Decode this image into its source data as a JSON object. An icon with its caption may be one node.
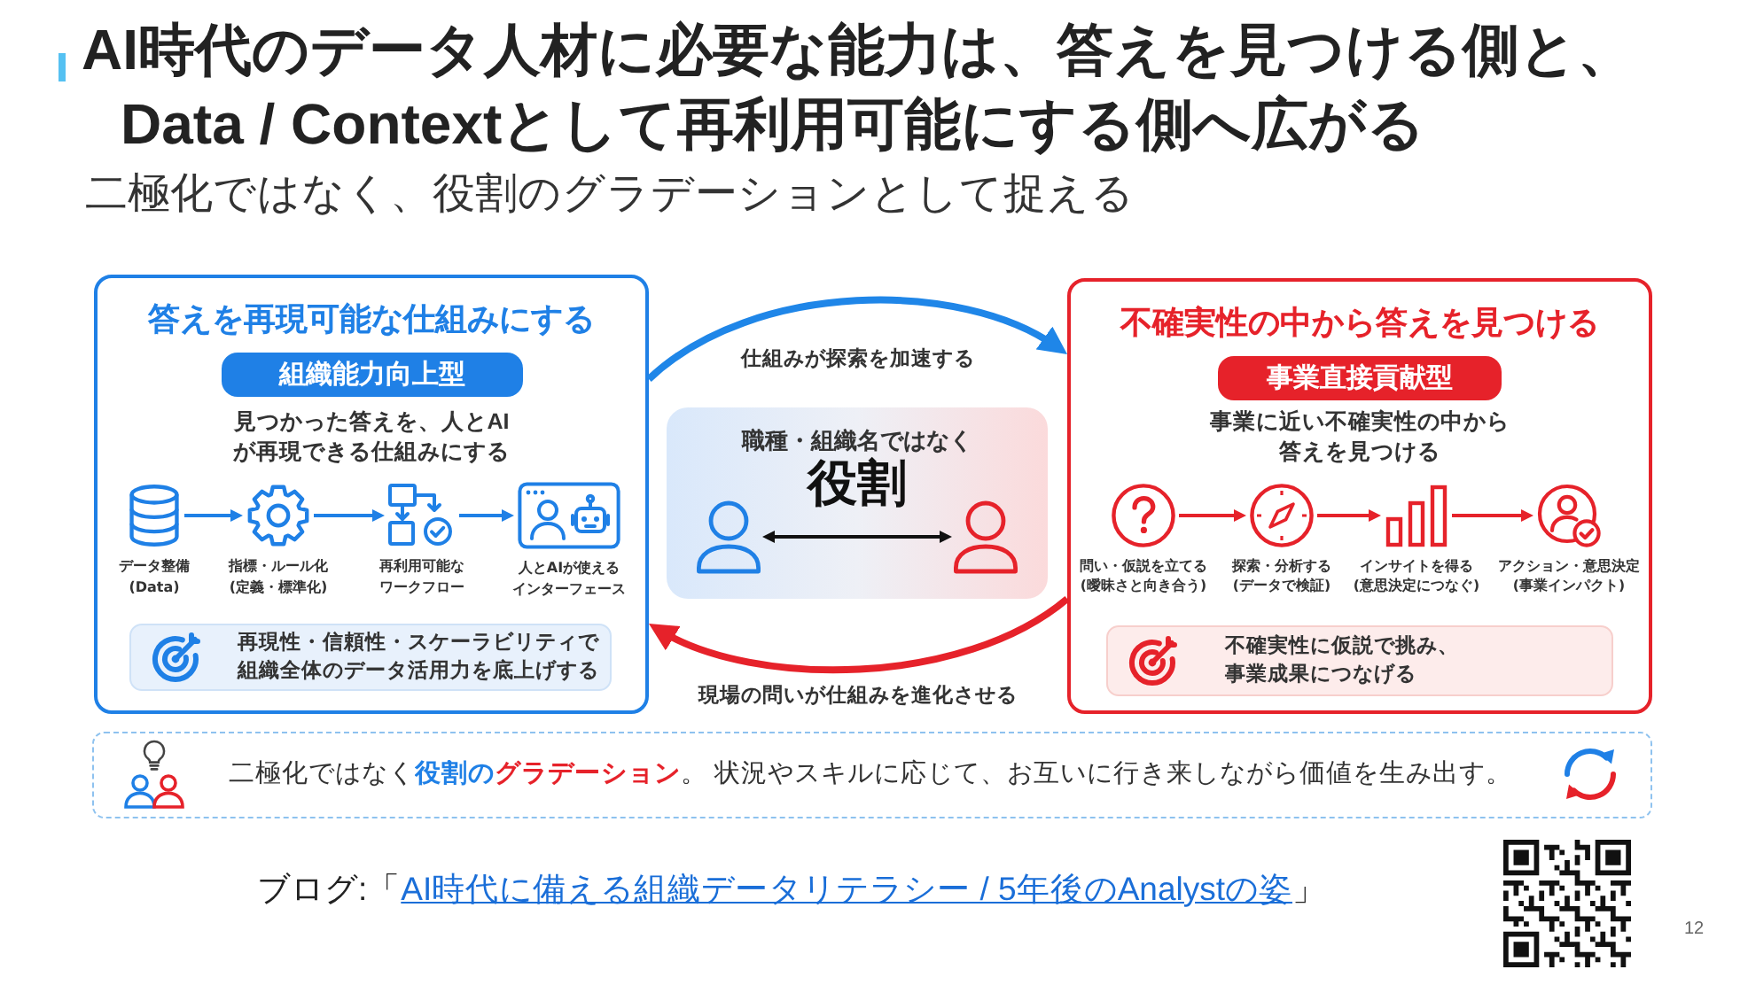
{
  "diagram": {
    "title": "AI時代のデータ人材に必要な能力は、答えを見つける側と、Data / Contextとして再利用可能にする側へ広がる",
    "nodes": [
      {
        "text": [
          "答えを再現可能な仕組みにする",
          "見つかった答えを、人とAIが再現できる仕組みにする"
        ]
      },
      {
        "text": [
          "組織能力向上型"
        ],
        "in": 0
      },
      {
        "text": [
          "データ整備",
          "(Data)"
        ],
        "in": 0
      },
      {
        "text": [
          "指標・ルール化",
          "(定義・標準化)"
        ],
        "in": 0
      },
      {
        "text": [
          "再利用可能なワークフロー"
        ],
        "in": 0
      },
      {
        "text": [
          "人とAIが使えるインターフェース"
        ],
        "in": 0
      },
      {
        "text": [
          "再現性・信頼性・スケーラビリティで組織全体のデータ活用力を底上げする"
        ],
        "in": 0
      },
      {
        "text": [
          "職種・組織名ではなく",
          "役割"
        ]
      },
      {
        "text": [],
        "shape": "person",
        "in": 7
      },
      {
        "text": [],
        "shape": "person",
        "in": 7
      },
      {
        "text": [
          "不確実性の中から答えを見つける",
          "事業に近い不確実性の中から答えを見つける"
        ]
      },
      {
        "text": [
          "事業直接貢献型"
        ],
        "in": 10
      },
      {
        "text": [
          "問い・仮説を立てる",
          "(曖昧さと向き合う)"
        ],
        "in": 10
      },
      {
        "text": [
          "探索・分析する",
          "(データで検証)"
        ],
        "in": 10
      },
      {
        "text": [
          "インサイトを得る",
          "(意思決定につなぐ)"
        ],
        "in": 10
      },
      {
        "text": [
          "アクション・意思決定",
          "(事業インパクト)"
        ],
        "in": 10
      },
      {
        "text": [
          "不確実性に仮説で挑み、事業成果につなげる"
        ],
        "in": 10
      },
      {
        "text": [
          "二極化ではなく**役割のグラデーション**。 状況やスキルに応じて、お互いに行き来しながら価値を生み出す。"
        ]
      }
    ],
    "edges": [
      {
        "from": 2,
        "to": 3,
        "arrow": "to",
        "color": "#1f80e6"
      },
      {
        "from": 3,
        "to": 4,
        "arrow": "to",
        "color": "#1f80e6"
      },
      {
        "from": 4,
        "to": 5,
        "arrow": "to",
        "color": "#1f80e6"
      },
      {
        "from": 0,
        "to": 10,
        "arrow": "to",
        "label": "仕組みが探索を加速する",
        "style": "thick",
        "color": "#1f86e8"
      },
      {
        "from": 8,
        "to": 9,
        "arrow": "both",
        "color": "#111111"
      },
      {
        "from": 10,
        "to": 0,
        "arrow": "to",
        "label": "現場の問いが仕組みを進化させる",
        "style": "thick",
        "color": "#e6222a"
      },
      {
        "from": 12,
        "to": 13,
        "arrow": "to",
        "color": "#e6222a"
      },
      {
        "from": 13,
        "to": 14,
        "arrow": "to",
        "color": "#e6222a"
      },
      {
        "from": 14,
        "to": 15,
        "arrow": "to",
        "color": "#e6222a"
      }
    ],
    "labels": [
      "二極化ではなく、役割のグラデーションとして捉える",
      "ブログ:「",
      "AI時代に備える組織データリテラシー / 5年後のAnalystの姿",
      "」",
      "12"
    ]
  }
}
